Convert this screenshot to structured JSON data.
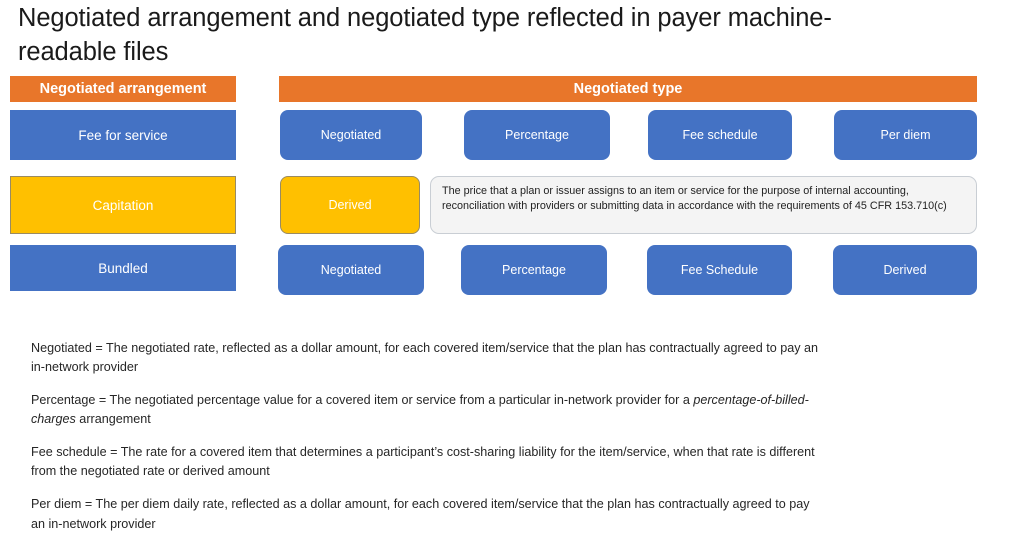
{
  "title": "Negotiated arrangement and negotiated type reflected in payer machine-readable files",
  "colors": {
    "orange_header": "#E8762A",
    "blue_box": "#4472C4",
    "amber_box": "#FFC000",
    "callout_bg": "#F4F4F4",
    "callout_border": "#c9ced4"
  },
  "headers": {
    "arrangement": "Negotiated arrangement",
    "type": "Negotiated type"
  },
  "rows": [
    {
      "arrangement": "Fee for service",
      "arrangement_color": "blue",
      "types": [
        {
          "label": "Negotiated",
          "color": "blue"
        },
        {
          "label": "Percentage",
          "color": "blue"
        },
        {
          "label": "Fee schedule",
          "color": "blue"
        },
        {
          "label": "Per diem",
          "color": "blue"
        }
      ]
    },
    {
      "arrangement": "Capitation",
      "arrangement_color": "amber",
      "types": [
        {
          "label": "Derived",
          "color": "amber"
        }
      ],
      "callout": "The price that a plan or issuer assigns to an item or service for the purpose of internal accounting, reconciliation with providers or submitting data in accordance with the requirements of 45 CFR 153.710(c)"
    },
    {
      "arrangement": "Bundled",
      "arrangement_color": "blue",
      "types": [
        {
          "label": "Negotiated",
          "color": "blue"
        },
        {
          "label": "Percentage",
          "color": "blue"
        },
        {
          "label": "Fee Schedule",
          "color": "blue"
        },
        {
          "label": "Derived",
          "color": "blue"
        }
      ]
    }
  ],
  "definitions": [
    {
      "term": "Negotiated",
      "text_before": "Negotiated = The negotiated rate, reflected as a dollar amount, for each covered item/service that the plan has contractually agreed to pay an in-network provider",
      "italic": "",
      "text_after": ""
    },
    {
      "term": "Percentage",
      "text_before": "Percentage = The negotiated percentage value for a covered item or service from a particular in-network provider for a ",
      "italic": "percentage-of-billed-charges",
      "text_after": " arrangement"
    },
    {
      "term": "Fee schedule",
      "text_before": "Fee schedule = The rate for a covered item that determines a participant’s cost-sharing liability for the item/service, when that rate is different from the negotiated rate or derived amount",
      "italic": "",
      "text_after": ""
    },
    {
      "term": "Per diem",
      "text_before": "Per diem = The per diem daily rate, reflected as a dollar amount, for each covered item/service that the plan has contractually agreed to pay an in-network provider",
      "italic": "",
      "text_after": ""
    }
  ]
}
